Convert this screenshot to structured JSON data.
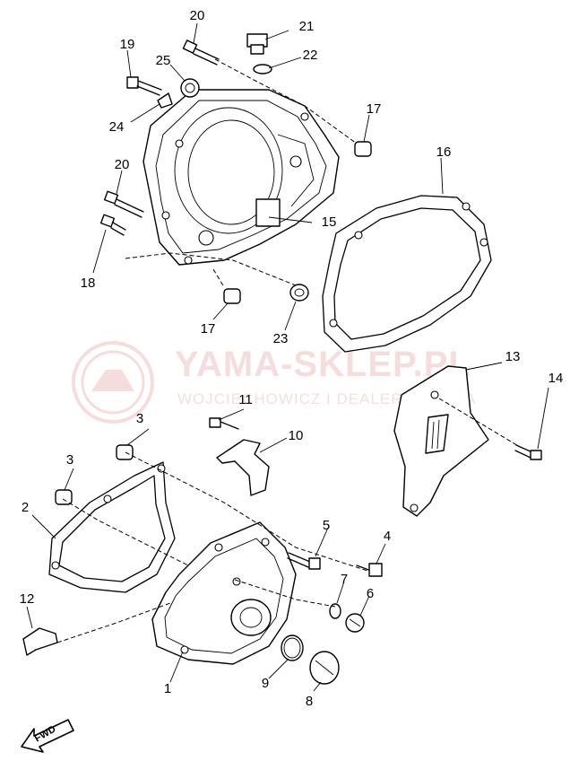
{
  "watermark": {
    "title": "YAMA-SKLEP.PL",
    "subtitle": "WOJCIECHOWICZ I DEALER YAMAHA"
  },
  "fwd_label": "FWD",
  "callouts": [
    {
      "id": "c1",
      "label": "1"
    },
    {
      "id": "c2",
      "label": "2"
    },
    {
      "id": "c3a",
      "label": "3"
    },
    {
      "id": "c3b",
      "label": "3"
    },
    {
      "id": "c4",
      "label": "4"
    },
    {
      "id": "c5",
      "label": "5"
    },
    {
      "id": "c6",
      "label": "6"
    },
    {
      "id": "c7",
      "label": "7"
    },
    {
      "id": "c8",
      "label": "8"
    },
    {
      "id": "c9",
      "label": "9"
    },
    {
      "id": "c10",
      "label": "10"
    },
    {
      "id": "c11",
      "label": "11"
    },
    {
      "id": "c12",
      "label": "12"
    },
    {
      "id": "c13",
      "label": "13"
    },
    {
      "id": "c14",
      "label": "14"
    },
    {
      "id": "c15",
      "label": "15"
    },
    {
      "id": "c16",
      "label": "16"
    },
    {
      "id": "c17a",
      "label": "17"
    },
    {
      "id": "c17b",
      "label": "17"
    },
    {
      "id": "c18",
      "label": "18"
    },
    {
      "id": "c19",
      "label": "19"
    },
    {
      "id": "c20a",
      "label": "20"
    },
    {
      "id": "c20b",
      "label": "20"
    },
    {
      "id": "c21",
      "label": "21"
    },
    {
      "id": "c22",
      "label": "22"
    },
    {
      "id": "c23",
      "label": "23"
    },
    {
      "id": "c24",
      "label": "24"
    },
    {
      "id": "c25",
      "label": "25"
    }
  ]
}
